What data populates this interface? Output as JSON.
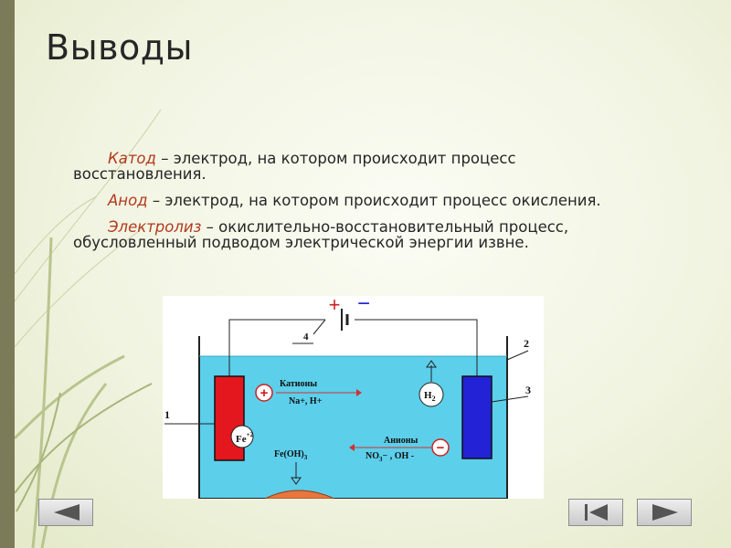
{
  "slide": {
    "title": "Выводы",
    "paragraphs": [
      {
        "term": "Катод",
        "text": " – электрод, на котором происходит процесс восстановления."
      },
      {
        "term": "Анод",
        "text": " – электрод, на котором происходит процесс окисления."
      },
      {
        "term": "Электролиз",
        "text": " – окислительно-восстановительный процесс, обусловленный подводом электрической энергии извне."
      }
    ]
  },
  "diagram": {
    "plus": "+",
    "minus": "−",
    "labels": {
      "n1": "1",
      "n2": "2",
      "n3": "3",
      "n4": "4"
    },
    "cations": {
      "title": "Катионы",
      "formula": "Na+, H+",
      "sign": "+"
    },
    "anions": {
      "title": "Анионы",
      "formula_base": "NO",
      "formula_sub": "3",
      "formula_tail": "−  , OH -",
      "sign": "−"
    },
    "fe_ion": {
      "base": "Fe",
      "sup": "+2"
    },
    "h2": {
      "base": "H",
      "sub": "2"
    },
    "precipitate": {
      "base": "Fe(OH)",
      "sub": "3"
    },
    "colors": {
      "water": "#5ccfea",
      "cathode": "#e3171d",
      "anode": "#2322d6",
      "sign_circle": "#cc2020",
      "precipitate": "#e8763e"
    }
  },
  "nav": {
    "icons": [
      "back-arrow-icon",
      "first-slide-icon",
      "forward-arrow-icon"
    ]
  }
}
